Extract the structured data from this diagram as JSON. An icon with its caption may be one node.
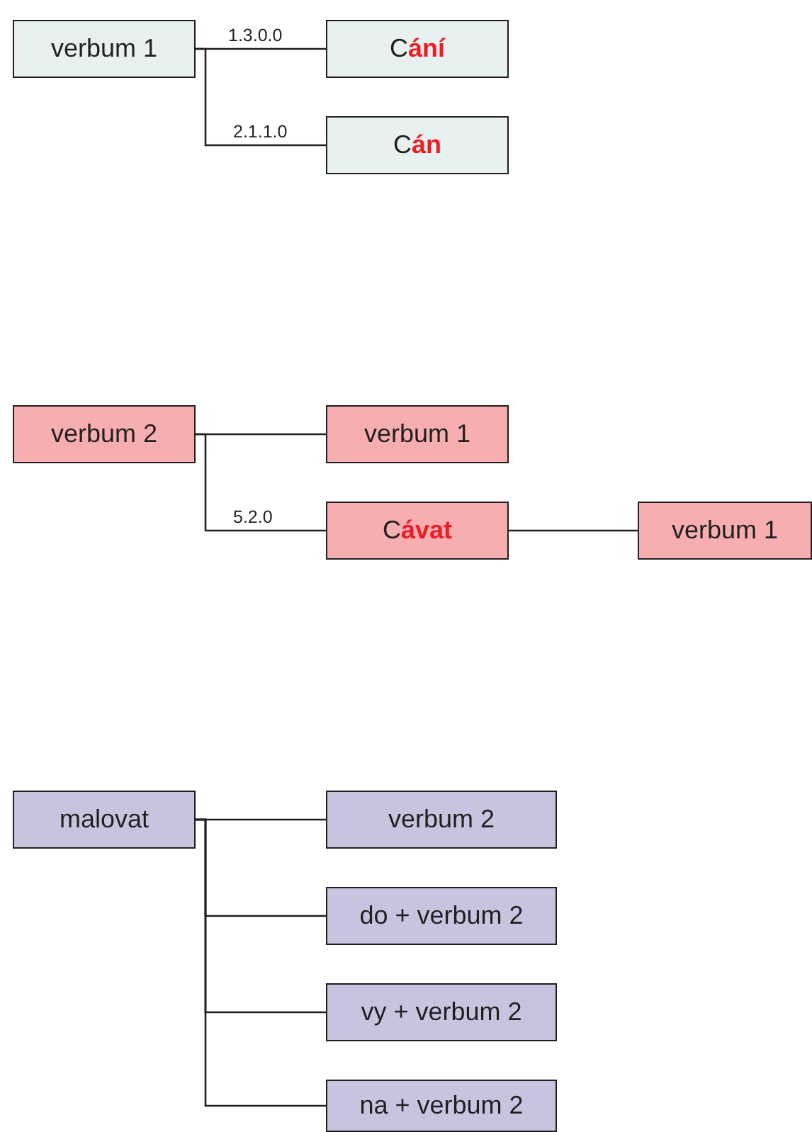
{
  "diagram": {
    "nodes": [
      {
        "text": [
          "verbum 1"
        ]
      },
      {
        "text": [
          "C**ání**"
        ]
      },
      {
        "text": [
          "C**án**"
        ]
      },
      {
        "text": [
          "verbum 2"
        ]
      },
      {
        "text": [
          "verbum 1"
        ]
      },
      {
        "text": [
          "C**ávat**"
        ]
      },
      {
        "text": [
          "verbum 1"
        ]
      },
      {
        "text": [
          "malovat"
        ]
      },
      {
        "text": [
          "verbum 2"
        ]
      },
      {
        "text": [
          "do + verbum 2"
        ]
      },
      {
        "text": [
          "vy + verbum 2"
        ]
      },
      {
        "text": [
          "na + verbum 2"
        ]
      }
    ],
    "edges": [
      {
        "from": 0,
        "to": 1,
        "arrow": "none",
        "label": "1.3.0.0"
      },
      {
        "from": 0,
        "to": 2,
        "arrow": "none",
        "label": "2.1.1.0"
      },
      {
        "from": 3,
        "to": 4,
        "arrow": "none"
      },
      {
        "from": 3,
        "to": 5,
        "arrow": "none",
        "label": "5.2.0"
      },
      {
        "from": 5,
        "to": 6,
        "arrow": "none"
      },
      {
        "from": 7,
        "to": 8,
        "arrow": "none"
      },
      {
        "from": 7,
        "to": 9,
        "arrow": "none"
      },
      {
        "from": 7,
        "to": 10,
        "arrow": "none"
      },
      {
        "from": 7,
        "to": 11,
        "arrow": "none"
      }
    ]
  }
}
